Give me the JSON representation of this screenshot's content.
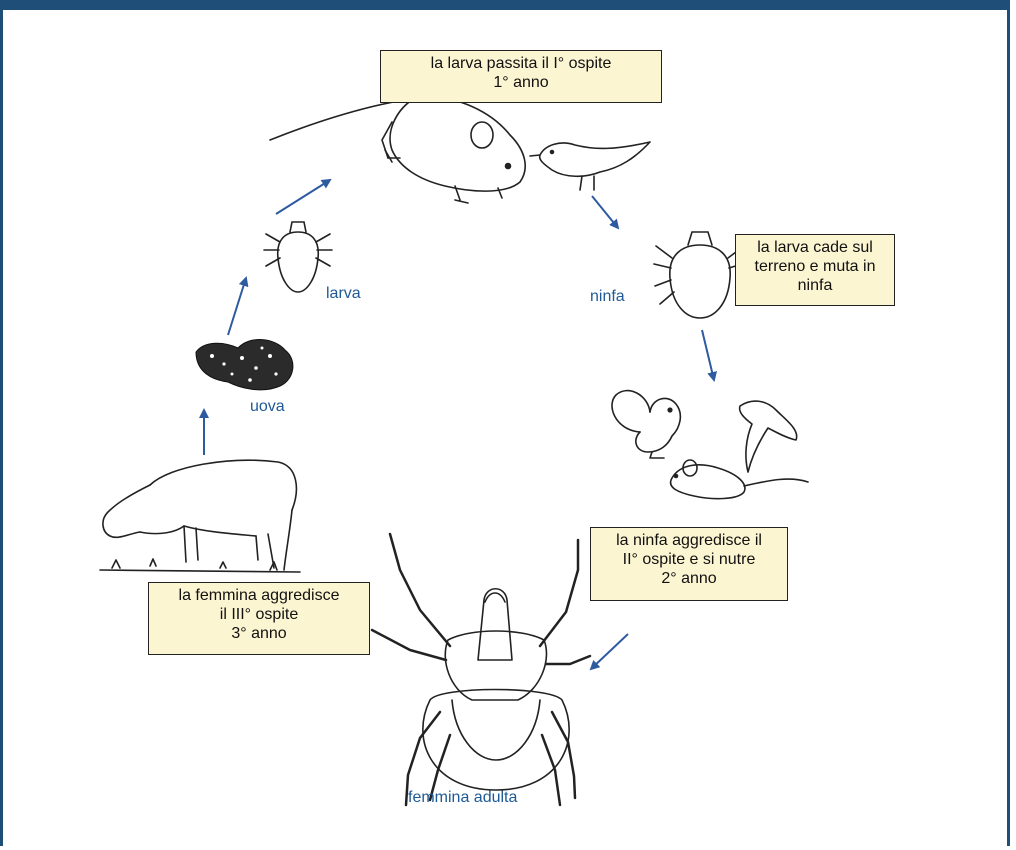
{
  "colors": {
    "frame": "#1f4e79",
    "arrow": "#2e5aa0",
    "stage_label": "#1f5a96",
    "note_bg": "#fcf5d2"
  },
  "notes": {
    "first_host": {
      "line1": "la larva passita il I° ospite",
      "line2": "1° anno"
    },
    "moult": {
      "line1": "la larva cade sul",
      "line2": "terreno e muta in",
      "line3": "ninfa"
    },
    "second_host": {
      "line1": "la ninfa aggredisce il",
      "line2": "II° ospite e si nutre",
      "line3": "2° anno"
    },
    "third_host": {
      "line1": "la femmina aggredisce",
      "line2": "il III° ospite",
      "line3": "3° anno"
    }
  },
  "stages": {
    "larva": "larva",
    "ninfa": "ninfa",
    "uova": "uova",
    "adult_female": "femmina adulta"
  },
  "illustrations": [
    "mouse-icon",
    "bird-icon",
    "larva-tick-icon",
    "nymph-tick-icon",
    "eggs-icon",
    "squirrel-icon",
    "small-mouse-icon",
    "flying-bird-icon",
    "cow-icon",
    "adult-female-tick-icon"
  ]
}
